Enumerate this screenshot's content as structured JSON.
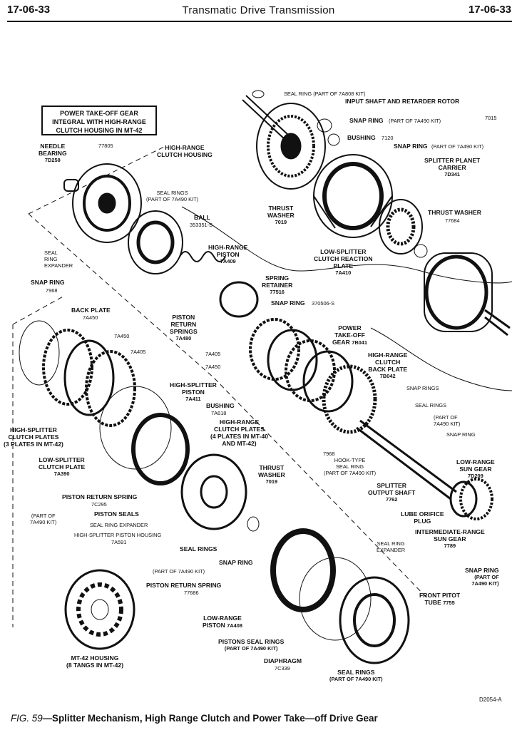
{
  "header": {
    "page_left": "17-06-33",
    "title": "Transmatic Drive Transmission",
    "page_right": "17-06-33"
  },
  "callout_box": [
    "POWER TAKE-OFF GEAR",
    "INTEGRAL WITH HIGH-RANGE",
    "CLUTCH HOUSING IN MT-42"
  ],
  "labels": {
    "seal_ring_7a808": "SEAL RING (PART OF 7A808 KIT)",
    "input_shaft": "INPUT SHAFT AND RETARDER ROTOR",
    "snap_ring_top": "SNAP RING",
    "part_7a490_kit": "(PART OF 7A490 KIT)",
    "num_7015": "7015",
    "bushing_top": "BUSHING",
    "num_7120": "7120",
    "snap_ring_upper_right": "SNAP RING",
    "splitter_planet_carrier": [
      "SPLITTER PLANET",
      "CARRIER"
    ],
    "num_7d341": "7D341",
    "needle_bearing": [
      "NEEDLE",
      "BEARING"
    ],
    "num_7d258": "7D258",
    "num_77805": "77805",
    "high_range_clutch_housing": [
      "HIGH-RANGE",
      "CLUTCH HOUSING"
    ],
    "seal_rings_top": [
      "SEAL RINGS",
      "(PART OF 7A490 KIT)"
    ],
    "ball": "BALL",
    "num_353351s": "353351-S",
    "thrust_washer_left": [
      "THRUST",
      "WASHER"
    ],
    "num_7019_top": "7019",
    "thrust_washer_right": "THRUST WASHER",
    "num_77684": "77684",
    "high_range_piston": [
      "HIGH-RANGE",
      "PISTON"
    ],
    "num_7a409": "7A409",
    "seal_ring_expander_left": [
      "SEAL",
      "RING",
      "EXPANDER"
    ],
    "low_splitter_reaction": [
      "LOW-SPLITTER",
      "CLUTCH REACTION",
      "PLATE"
    ],
    "num_7a410": "7A410",
    "snap_ring_7968": "SNAP RING",
    "num_7968": "7968",
    "spring_retainer": [
      "SPRING",
      "RETAINER"
    ],
    "num_77516": "77516",
    "back_plate": "BACK PLATE",
    "num_7a450_a": "7A450",
    "snap_ring_370506": "SNAP RING",
    "num_370506s": "370506-S",
    "piston_return_springs": [
      "PISTON",
      "RETURN",
      "SPRINGS"
    ],
    "num_7a480": "7A480",
    "num_7a450_b": "7A450",
    "num_7a405_a": "7A405",
    "pto_gear": [
      "POWER",
      "TAKE-OFF",
      "GEAR"
    ],
    "num_7b041": "7B041",
    "num_7a405_b": "7A405",
    "num_7a450_c": "7A450",
    "high_range_back_plate": [
      "HIGH-RANGE",
      "CLUTCH",
      "BACK PLATE"
    ],
    "num_7b042": "7B042",
    "high_splitter_piston": [
      "HIGH-SPLITTER",
      "PISTON"
    ],
    "num_7a411": "7A411",
    "snap_rings_right": "SNAP RINGS",
    "seal_rings_right": "SEAL RINGS",
    "part_of_7a490_right": [
      "(PART OF",
      "7A490 KIT)"
    ],
    "snap_ring_right_small": "SNAP RING",
    "bushing_mid": "BUSHING",
    "num_7a618": "7A618",
    "high_range_clutch_plates": [
      "HIGH-RANGE",
      "CLUTCH PLATES",
      "(4 PLATES IN MT-40",
      "AND MT-42)"
    ],
    "high_splitter_plates": [
      "HIGH-SPLITTER",
      "CLUTCH PLATES",
      "(3 PLATES IN MT-42)"
    ],
    "low_splitter_plate": [
      "LOW-SPLITTER",
      "CLUTCH PLATE"
    ],
    "num_7a390": "7A390",
    "num_7968_b": "7968",
    "hook_type_seal": [
      "HOOK-TYPE",
      "SEAL RING",
      "(PART OF 7A490 KIT)"
    ],
    "low_range_sun_gear": [
      "LOW-RANGE",
      "SUN GEAR"
    ],
    "num_7d209": "7D209",
    "thrust_washer_mid": [
      "THRUST",
      "WASHER"
    ],
    "num_7019_mid": "7019",
    "piston_return_spring_left": "PISTON RETURN SPRING",
    "num_7c295": "7C295",
    "splitter_output_shaft": [
      "SPLITTER",
      "OUTPUT SHAFT"
    ],
    "num_7762": "7762",
    "part_of_7a490_left": [
      "(PART OF",
      "7A490 KIT)"
    ],
    "piston_seals": "PISTON SEALS",
    "seal_ring_expander_mid": "SEAL RING EXPANDER",
    "lube_orifice_plug": [
      "LUBE ORIFICE",
      "PLUG"
    ],
    "high_splitter_housing": "HIGH-SPLITTER PISTON HOUSING",
    "num_7a591": "7A591",
    "intermediate_sun_gear": [
      "INTERMEDIATE-RANGE",
      "SUN GEAR"
    ],
    "num_7789": "7789",
    "seal_rings_mid": "SEAL RINGS",
    "seal_ring_expander_right": [
      "SEAL RING",
      "EXPANDER"
    ],
    "snap_ring_mid": "SNAP RING",
    "part_7a490_mid": "(PART OF 7A490 KIT)",
    "snap_ring_lower_right": "SNAP RING",
    "part_of_lower_right": [
      "(PART OF",
      "7A490 KIT)"
    ],
    "piston_return_spring_mid": "PISTON RETURN SPRING",
    "num_77686": "77686",
    "front_pitot_tube": [
      "FRONT PITOT",
      "TUBE"
    ],
    "num_7755": "7755",
    "low_range_piston": [
      "LOW-RANGE",
      "PISTON"
    ],
    "num_7a408": "7A408",
    "pistons_seal_rings": [
      "PISTONS SEAL RINGS",
      "(PART OF 7A490 KIT)"
    ],
    "mt42_housing": [
      "MT-42 HOUSING",
      "(8 TANGS IN MT-42)"
    ],
    "diaphragm": "DIAPHRAGM",
    "num_7c339": "7C339",
    "seal_rings_bottom": [
      "SEAL RINGS",
      "(PART OF 7A490 KIT)"
    ]
  },
  "code": "D2054-A",
  "caption": {
    "fig": "FIG. 59",
    "text": "—Splitter Mechanism, High Range Clutch and Power Take—off Drive Gear"
  }
}
